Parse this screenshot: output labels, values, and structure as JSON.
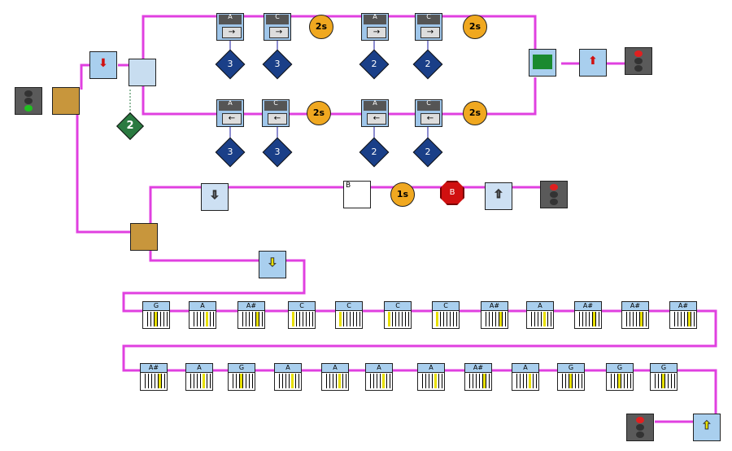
{
  "motors_top": [
    {
      "port": "A",
      "dir": "fwd"
    },
    {
      "port": "C",
      "dir": "fwd"
    },
    {
      "port": "A",
      "dir": "fwd"
    },
    {
      "port": "C",
      "dir": "fwd"
    }
  ],
  "motors_bottom": [
    {
      "port": "A",
      "dir": "rev"
    },
    {
      "port": "C",
      "dir": "rev"
    },
    {
      "port": "A",
      "dir": "rev"
    },
    {
      "port": "C",
      "dir": "rev"
    }
  ],
  "timers": [
    "2s",
    "2s",
    "2s",
    "2s",
    "1s"
  ],
  "power_top": [
    "3",
    "3",
    "2",
    "2"
  ],
  "power_bottom": [
    "3",
    "3",
    "2",
    "2"
  ],
  "variable_value": "2",
  "sensor_port": "B",
  "stop_label": "B",
  "notes_row1": [
    "G",
    "A",
    "A#",
    "C",
    "C",
    "C",
    "C",
    "A#",
    "A",
    "A#",
    "A#",
    "A#"
  ],
  "notes_row2": [
    "A#",
    "A",
    "G",
    "A",
    "A",
    "A",
    "A",
    "A#",
    "A",
    "G",
    "G",
    "G"
  ]
}
